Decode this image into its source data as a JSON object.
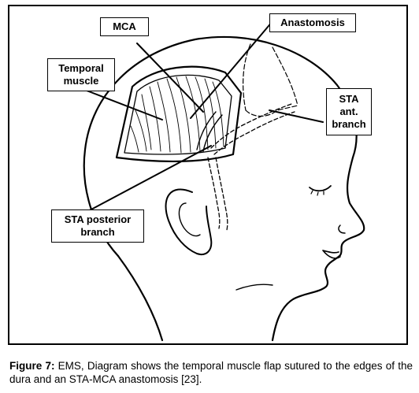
{
  "figure": {
    "labels": {
      "mca": "MCA",
      "anastomosis": "Anastomosis",
      "temporal_muscle": "Temporal\nmuscle",
      "sta_ant_branch": "STA\nant.\nbranch",
      "sta_posterior_branch": "STA posterior\nbranch"
    }
  },
  "caption": {
    "prefix": "Figure 7:",
    "text": " EMS, Diagram shows the temporal muscle flap sutured to the edges of the dura and an STA-MCA anastomosis [23]."
  },
  "colors": {
    "ink": "#000000",
    "background": "#ffffff"
  }
}
